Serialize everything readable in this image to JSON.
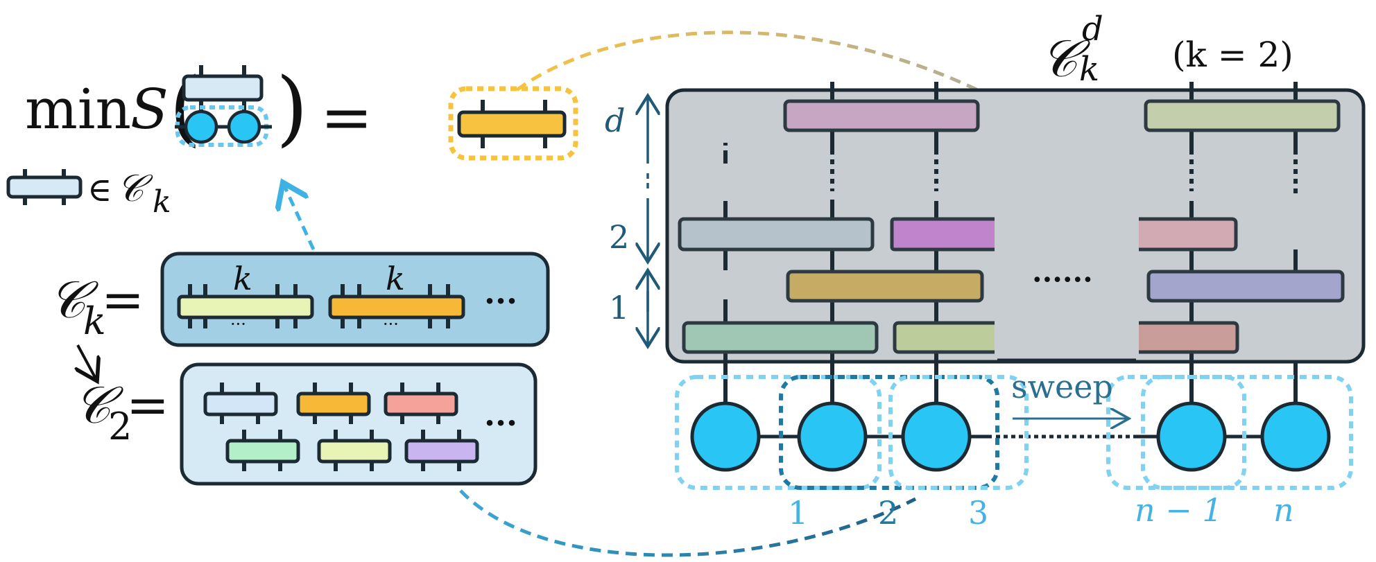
{
  "equation": {
    "min": "min",
    "func": "S",
    "equals": "=",
    "constraint_in": "∈",
    "set_symbol": "𝒞",
    "set_sub": "k"
  },
  "sets": {
    "ck_label": "𝒞",
    "ck_sub": "k",
    "ck_eq": "=",
    "c2_label": "𝒞",
    "c2_sub": "2",
    "c2_eq": "=",
    "k_label": "k",
    "dots_inner": "···",
    "ellipsis": "···"
  },
  "circuit": {
    "title_symbol": "𝒞",
    "title_sub": "k",
    "title_sup": "d",
    "k_note": "(k = 2)",
    "layer_d": "d",
    "layer_2": "2",
    "layer_1": "1",
    "hdots": "······",
    "sweep": "sweep",
    "site_labels": [
      "1",
      "2",
      "3",
      "n − 1",
      "n"
    ]
  },
  "colors": {
    "qubit": "#29c6f5",
    "gray_panel": "#c8cdd2",
    "ck_panel": "#a2cfe4",
    "c2_panel": "#d5eaf5",
    "accent_yellow": "#f6c240",
    "label_blue": "#1f5a78",
    "light_blue": "#44b3e3"
  }
}
